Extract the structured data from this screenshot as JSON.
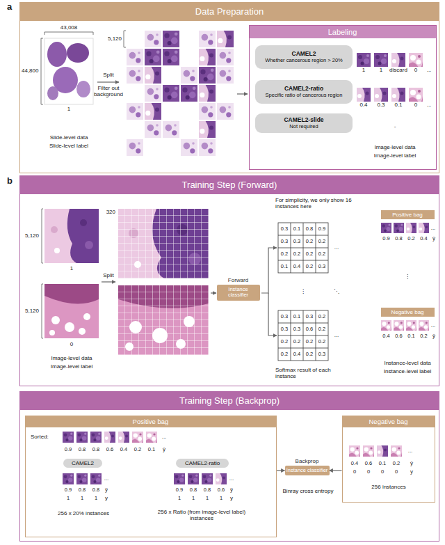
{
  "diagram": {
    "nodes": [
      {
        "text": [
          "Data Preparation"
        ]
      },
      {
        "text": [
          "Labeling"
        ],
        "in": 0
      },
      {
        "text": [
          "CAMEL2",
          "Whether cancerous region > 20%"
        ],
        "in": 1
      },
      {
        "text": [
          "CAMEL2-ratio",
          "Specific ratio of cancerous region"
        ],
        "in": 1
      },
      {
        "text": [
          "CAMEL2-slide",
          "Not required"
        ],
        "in": 1
      },
      {
        "text": [
          "Training Step (Forward)"
        ]
      },
      {
        "text": [
          "Forward",
          "Instance classifier"
        ],
        "in": 5
      },
      {
        "text": [
          "Positive bag"
        ],
        "in": 5
      },
      {
        "text": [
          "Negative bag"
        ],
        "in": 5
      },
      {
        "text": [
          "Training Step (Backprop)"
        ]
      },
      {
        "text": [
          "Positive bag"
        ],
        "in": 9
      },
      {
        "text": [
          "CAMEL2"
        ],
        "in": 10
      },
      {
        "text": [
          "CAMEL2-ratio"
        ],
        "in": 10
      },
      {
        "text": [
          "Backprop",
          "Instance classifier"
        ],
        "in": 9
      },
      {
        "text": [
          "Negative bag"
        ],
        "in": 9
      }
    ],
    "edges": [
      {
        "from": 10,
        "to": 13,
        "arrow": "to"
      },
      {
        "from": 14,
        "to": 13,
        "arrow": "to"
      }
    ],
    "labels": [
      "a",
      "43,008",
      "44,800",
      "1",
      "Slide-level data",
      "Slide-level label",
      "5,120",
      "Split",
      "Filter out background",
      "1",
      "1",
      "discard",
      "0",
      "...",
      "0.4",
      "0.3",
      "0.1",
      "0",
      "...",
      "-",
      "Image-level data",
      "Image-level label",
      "b",
      "5,120",
      "1",
      "5,120",
      "0",
      "Image-level data",
      "Image-level label",
      "Split",
      "320",
      "For simplicity, we only show 16 instances here",
      "0.3",
      "0.1",
      "0.8",
      "0.9",
      "0.3",
      "0.3",
      "0.2",
      "0.2",
      "0.2",
      "0.2",
      "0.2",
      "0.2",
      "0.1",
      "0.4",
      "0.2",
      "0.3",
      "0.3",
      "0.1",
      "0.3",
      "0.2",
      "0.3",
      "0.3",
      "0.6",
      "0.2",
      "0.2",
      "0.2",
      "0.2",
      "0.2",
      "0.2",
      "0.4",
      "0.2",
      "0.3",
      "...",
      "⋮",
      "⋱",
      "...",
      "Softmax result of each instance",
      "...",
      "0.9",
      "0.8",
      "0.2",
      "0.4",
      "ŷ",
      "⋮",
      "...",
      "0.4",
      "0.6",
      "0.1",
      "0.2",
      "ŷ",
      "Instance-level data",
      "Instance-level label",
      "Sorted:",
      "...",
      "0.9",
      "0.8",
      "0.8",
      "0.6",
      "0.4",
      "0.2",
      "0.1",
      "ŷ",
      "...",
      "0.9",
      "0.8",
      "0.8",
      "ŷ",
      "1",
      "1",
      "1",
      "y",
      "256 x 20% instances",
      "...",
      "0.9",
      "0.8",
      "0.8",
      "0.6",
      "ŷ",
      "1",
      "1",
      "1",
      "1",
      "y",
      "256 x Ratio (from image-level label) instances",
      "Binray cross entropy",
      "...",
      "0.4",
      "0.6",
      "0.1",
      "0.2",
      "ŷ",
      "0",
      "0",
      "0",
      "0",
      "y",
      "256 instances"
    ]
  }
}
